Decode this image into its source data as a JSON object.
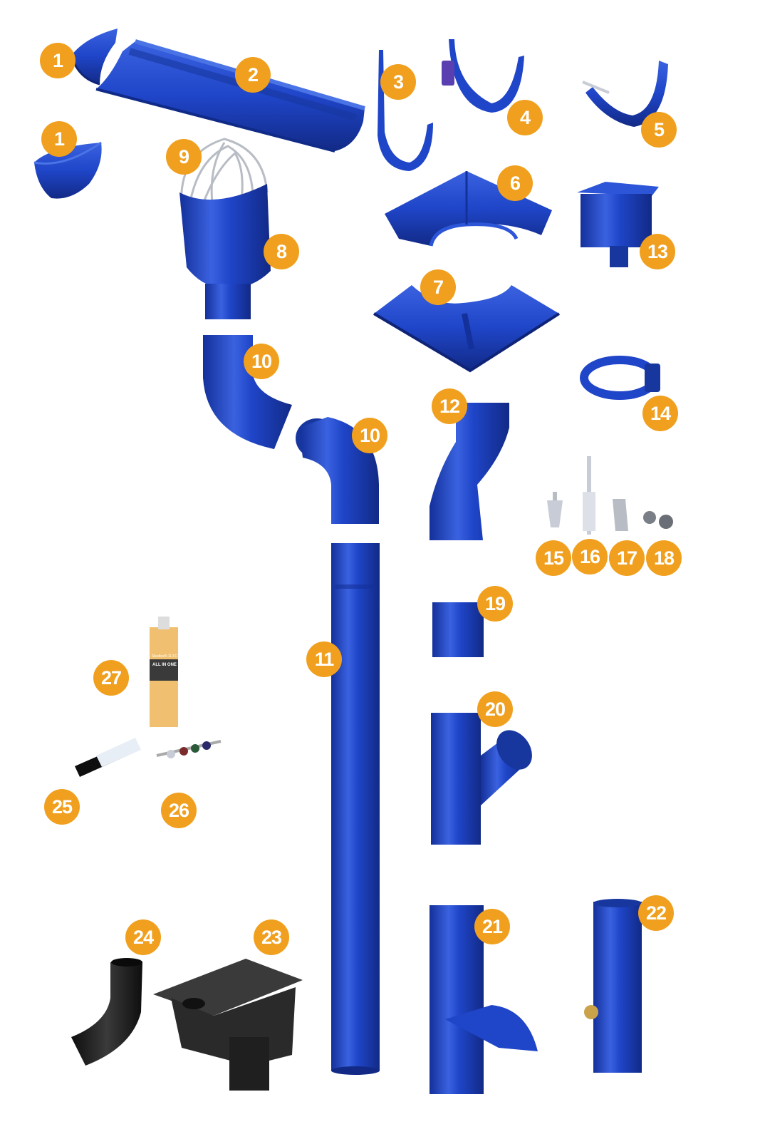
{
  "colors": {
    "part_blue": "#1F45C8",
    "part_blue_dark": "#14309A",
    "part_blue_light": "#4A73E6",
    "badge_orange": "#F0A01E",
    "badge_text": "#FFFFFF",
    "black_part": "#1A1A1A",
    "grey_part": "#3A3A3A",
    "metal": "#B8BCC4"
  },
  "parts": [
    {
      "id": "p1a",
      "label": "1",
      "icon": "gutter-end-cap-icon"
    },
    {
      "id": "p1b",
      "label": "1",
      "icon": "gutter-end-cap-icon"
    },
    {
      "id": "p2",
      "label": "2",
      "icon": "half-round-gutter-icon"
    },
    {
      "id": "p3",
      "label": "3",
      "icon": "long-gutter-hook-icon"
    },
    {
      "id": "p4",
      "label": "4",
      "icon": "short-gutter-bracket-icon"
    },
    {
      "id": "p5",
      "label": "5",
      "icon": "gutter-bracket-clip-icon"
    },
    {
      "id": "p6",
      "label": "6",
      "icon": "external-corner-icon"
    },
    {
      "id": "p7",
      "label": "7",
      "icon": "internal-corner-icon"
    },
    {
      "id": "p8",
      "label": "8",
      "icon": "gutter-outlet-icon"
    },
    {
      "id": "p9",
      "label": "9",
      "icon": "leaf-guard-basket-icon"
    },
    {
      "id": "p10a",
      "label": "10",
      "icon": "pipe-elbow-icon"
    },
    {
      "id": "p10b",
      "label": "10",
      "icon": "pipe-elbow-icon"
    },
    {
      "id": "p11",
      "label": "11",
      "icon": "downpipe-icon"
    },
    {
      "id": "p12",
      "label": "12",
      "icon": "offset-bend-icon"
    },
    {
      "id": "p13",
      "label": "13",
      "icon": "hopper-box-icon"
    },
    {
      "id": "p14",
      "label": "14",
      "icon": "pipe-clamp-icon"
    },
    {
      "id": "p15",
      "label": "15",
      "icon": "wood-screw-icon"
    },
    {
      "id": "p16",
      "label": "16",
      "icon": "anchor-bolt-icon"
    },
    {
      "id": "p17",
      "label": "17",
      "icon": "bracket-plate-icon"
    },
    {
      "id": "p18",
      "label": "18",
      "icon": "washer-icon"
    },
    {
      "id": "p19",
      "label": "19",
      "icon": "pipe-coupler-icon"
    },
    {
      "id": "p20",
      "label": "20",
      "icon": "branch-tee-icon"
    },
    {
      "id": "p21",
      "label": "21",
      "icon": "rain-diverter-icon"
    },
    {
      "id": "p22",
      "label": "22",
      "icon": "water-collector-tap-icon"
    },
    {
      "id": "p23",
      "label": "23",
      "icon": "ground-drain-box-icon"
    },
    {
      "id": "p24",
      "label": "24",
      "icon": "flexible-drain-hose-icon"
    },
    {
      "id": "p25",
      "label": "25",
      "icon": "touch-up-paint-marker-icon"
    },
    {
      "id": "p26",
      "label": "26",
      "icon": "rivet-set-icon"
    },
    {
      "id": "p27",
      "label": "27",
      "icon": "sealant-tube-icon"
    }
  ],
  "sealant": {
    "brand": "Sikaflex®-11 FC",
    "line": "ALL IN ONE"
  }
}
